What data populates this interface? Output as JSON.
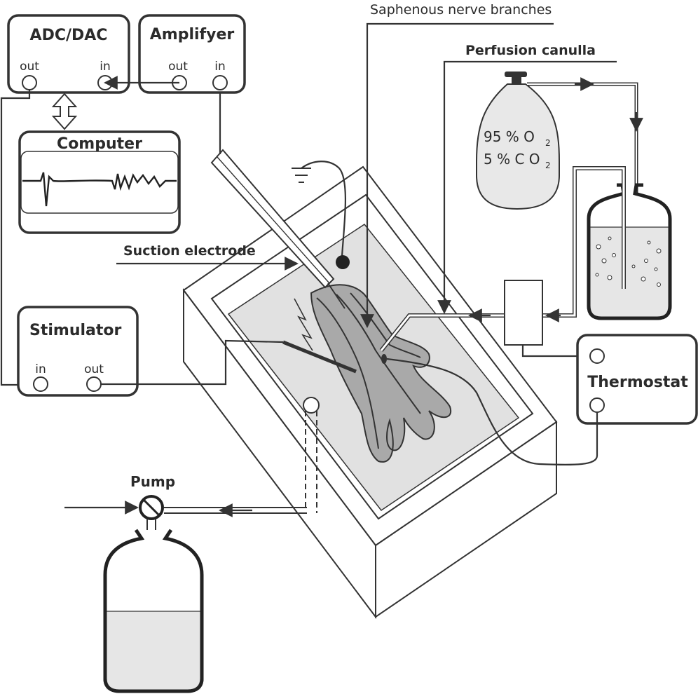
{
  "labels": {
    "adc_dac": "ADC/DAC",
    "amplifyer": "Amplifyer",
    "computer": "Computer",
    "stimulator": "Stimulator",
    "thermostat": "Thermostat",
    "pump": "Pump",
    "suction_electrode": "Suction electrode",
    "saphenous": "Saphenous nerve branches",
    "perfusion": "Perfusion canulla",
    "port_out": "out",
    "port_in": "in",
    "gas_o2": "95  % O",
    "gas_co2": "5  % C O",
    "sub_2": "2"
  },
  "colors": {
    "line": "#333333",
    "tissue": "#a9a9a9",
    "bath_fluid": "#e1e1e1",
    "reservoir_fluid": "#e6e6e6",
    "gas_tank": "#e8e8e8"
  }
}
